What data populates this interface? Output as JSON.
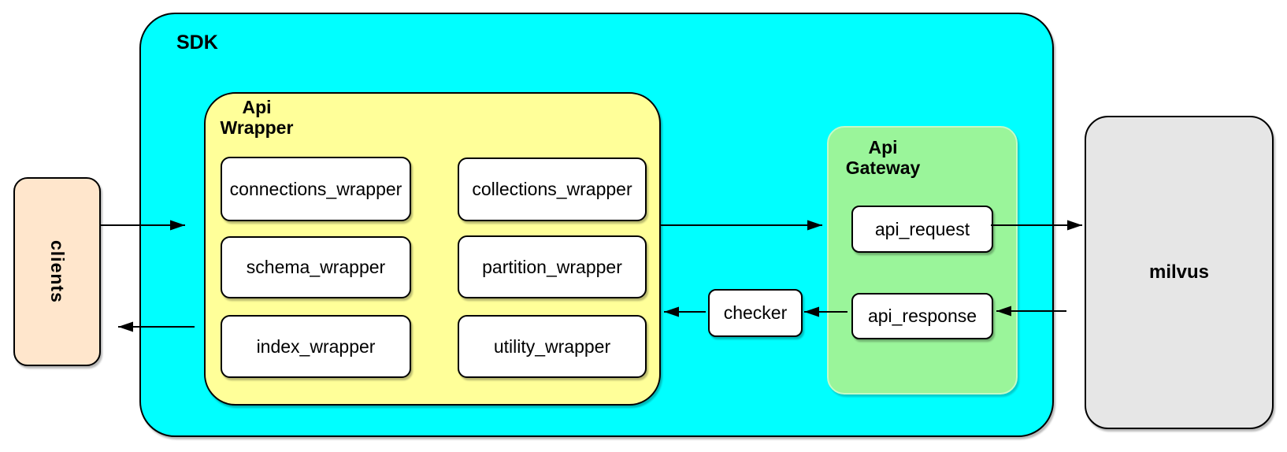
{
  "nodes": {
    "clients": {
      "label": "clients"
    },
    "sdk": {
      "label": "SDK"
    },
    "api_wrapper": {
      "label": "Api\nWrapper",
      "modules": [
        "connections_wrapper",
        "collections_wrapper",
        "schema_wrapper",
        "partition_wrapper",
        "index_wrapper",
        "utility_wrapper"
      ]
    },
    "checker": {
      "label": "checker"
    },
    "api_gateway": {
      "label": "Api\nGateway",
      "request": "api_request",
      "response": "api_response"
    },
    "milvus": {
      "label": "milvus"
    }
  },
  "edges": [
    {
      "from": "clients",
      "to": "sdk"
    },
    {
      "from": "api_wrapper",
      "to": "clients"
    },
    {
      "from": "api_wrapper",
      "to": "api_gateway"
    },
    {
      "from": "checker",
      "to": "api_wrapper"
    },
    {
      "from": "api_response",
      "to": "checker"
    },
    {
      "from": "api_request",
      "to": "milvus"
    },
    {
      "from": "milvus",
      "to": "api_response"
    }
  ],
  "colors": {
    "background": "#FFFFFF",
    "sdk_fill": "#00FFFF",
    "api_wrapper_fill": "#FFFF99",
    "api_gateway_fill": "#9AF59A",
    "clients_fill": "#FFE6CC",
    "milvus_fill": "#E6E6E6",
    "module_fill": "#FFFFFF",
    "border": "#000000"
  }
}
